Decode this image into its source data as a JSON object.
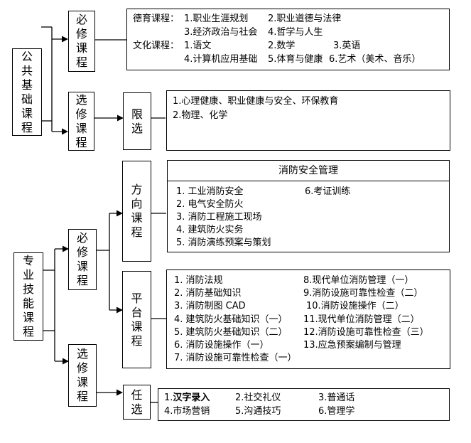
{
  "public": {
    "root": "公共基础课程",
    "required": "必修课程",
    "elective": "选修课程",
    "limited": "限选",
    "moral_label": "德育课程：",
    "culture_label": "文化课程：",
    "moral": [
      "1.职业生涯规划",
      "2.职业道德与法律",
      "3.经济政治与社会",
      "4.哲学与人生"
    ],
    "culture": [
      "1.语文",
      "2.数学",
      "3.英语",
      "4.计算机应用基础",
      "5.体育与健康",
      "6.艺术（美术、音乐）"
    ],
    "limited_items": [
      "1.心理健康、职业健康与安全、环保教育",
      "2.物理、化学"
    ]
  },
  "professional": {
    "root": "专业技能课程",
    "required": "必修课程",
    "elective": "选修课程",
    "direction": "方向课程",
    "platform": "平台课程",
    "optional": "任选",
    "direction_title": "消防安全管理",
    "direction_left": [
      "1.  工业消防安全",
      "2.  电气安全防火",
      "3.  消防工程施工现场",
      "4.  建筑防火实务",
      "5.  消防演练预案与策划"
    ],
    "direction_right": [
      "6.考证训练"
    ],
    "platform_left": [
      "1.  消防法规",
      "2.  消防基础知识",
      "3.  消防制图 CAD",
      "4.  建筑防火基础知识（一）",
      "5.  建筑防火基础知识（二）",
      "6.  消防设施操作（一）",
      "7.  消防设施可靠性检查（一）"
    ],
    "platform_right": [
      "8.现代单位消防管理（一）",
      "9.消防设施可靠性检查（二）",
      "10.消防设施操作（二）",
      "11.现代单位消防管理（二）",
      "12.消防设施可靠性检查（三）",
      "13.应急预案编制与管理"
    ],
    "optional_num1": "1.",
    "optional_bold": "汉字录入",
    "optional_items": [
      "2.社交礼仪",
      "3.普通话",
      "4.市场营销",
      "5.沟通技巧",
      "6.管理学"
    ]
  }
}
